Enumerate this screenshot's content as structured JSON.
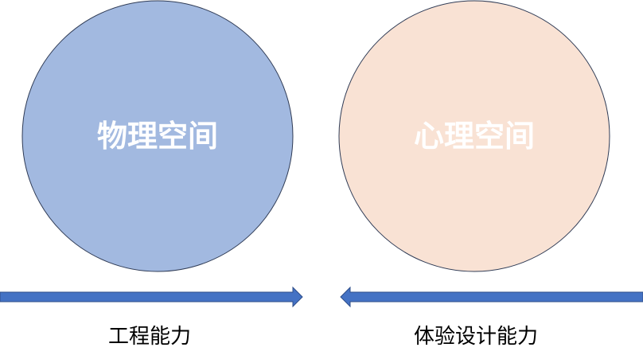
{
  "left": {
    "circle_label": "物理空间",
    "arrow_label": "工程能力",
    "fill": "#a2b9e0",
    "arrow_direction": "right"
  },
  "right": {
    "circle_label": "心理空间",
    "arrow_label": "体验设计能力",
    "fill": "#f9e2d4",
    "arrow_direction": "left"
  },
  "colors": {
    "arrow": "#4472c4",
    "outline": "#2f3b55"
  }
}
